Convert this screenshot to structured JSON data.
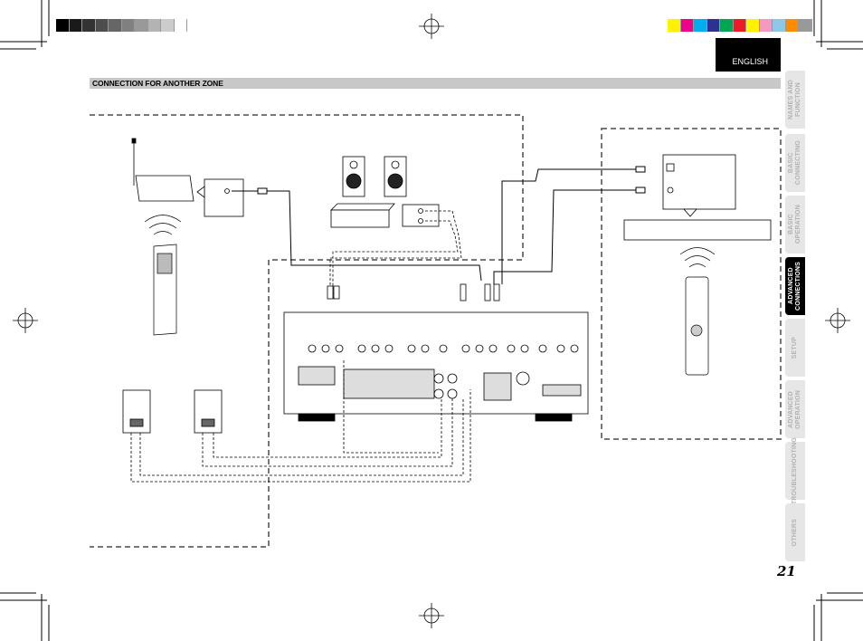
{
  "header": {
    "language": "ENGLISH",
    "section_title": "CONNECTION FOR ANOTHER ZONE"
  },
  "side_tabs": [
    {
      "label": "NAMES AND\nFUNCTION",
      "active": false
    },
    {
      "label": "BASIC\nCONNECTING",
      "active": false
    },
    {
      "label": "BASIC OPERATION",
      "active": false
    },
    {
      "label": "ADVANCED\nCONNECTIONS",
      "active": true
    },
    {
      "label": "SETUP",
      "active": false
    },
    {
      "label": "ADVANCED\nOPERATION",
      "active": false
    },
    {
      "label": "TROUBLESHOOTING",
      "active": false
    },
    {
      "label": "OTHERS",
      "active": false
    }
  ],
  "page_number": "21",
  "colors": {
    "gray_registration": [
      "#000000",
      "#1a1a1a",
      "#333333",
      "#4d4d4d",
      "#666666",
      "#808080",
      "#999999",
      "#b3b3b3",
      "#cccccc",
      "#ffffff"
    ],
    "color_registration": [
      "#fff200",
      "#ec008c",
      "#00aeef",
      "#2e3192",
      "#00a651",
      "#ed1c24",
      "#fff200",
      "#f49ac1",
      "#8dc8e8",
      "#ff8c00",
      "#999999"
    ]
  }
}
